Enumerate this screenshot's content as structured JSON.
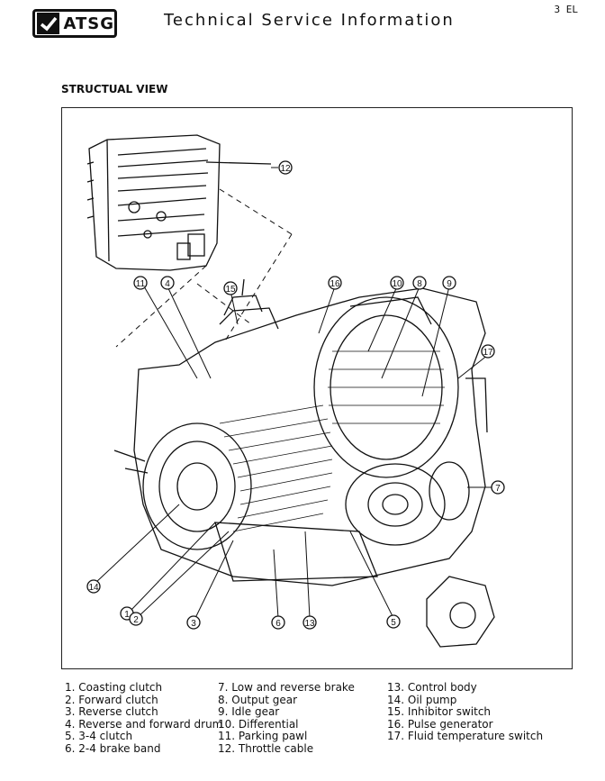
{
  "header": {
    "logo_text": "ATSG",
    "title": "Technical Service Information",
    "page_number": "3 EL"
  },
  "section": {
    "title": "STRUCTUAL VIEW"
  },
  "figure": {
    "callouts": [
      "1",
      "2",
      "3",
      "4",
      "6",
      "7",
      "8",
      "9",
      "10",
      "11",
      "12",
      "13",
      "14",
      "15",
      "16",
      "17",
      "5"
    ]
  },
  "legend": {
    "col1": [
      "1. Coasting clutch",
      "2. Forward clutch",
      "3. Reverse clutch",
      "4. Reverse and forward drum",
      "5. 3-4 clutch",
      "6. 2-4 brake band"
    ],
    "col2": [
      "7. Low and reverse brake",
      "8. Output gear",
      "9. Idle gear",
      "10. Differential",
      "11. Parking pawl",
      "12. Throttle cable"
    ],
    "col3": [
      "13. Control body",
      "14. Oil pump",
      "15. Inhibitor switch",
      "16. Pulse generator",
      "17. Fluid temperature switch"
    ]
  }
}
